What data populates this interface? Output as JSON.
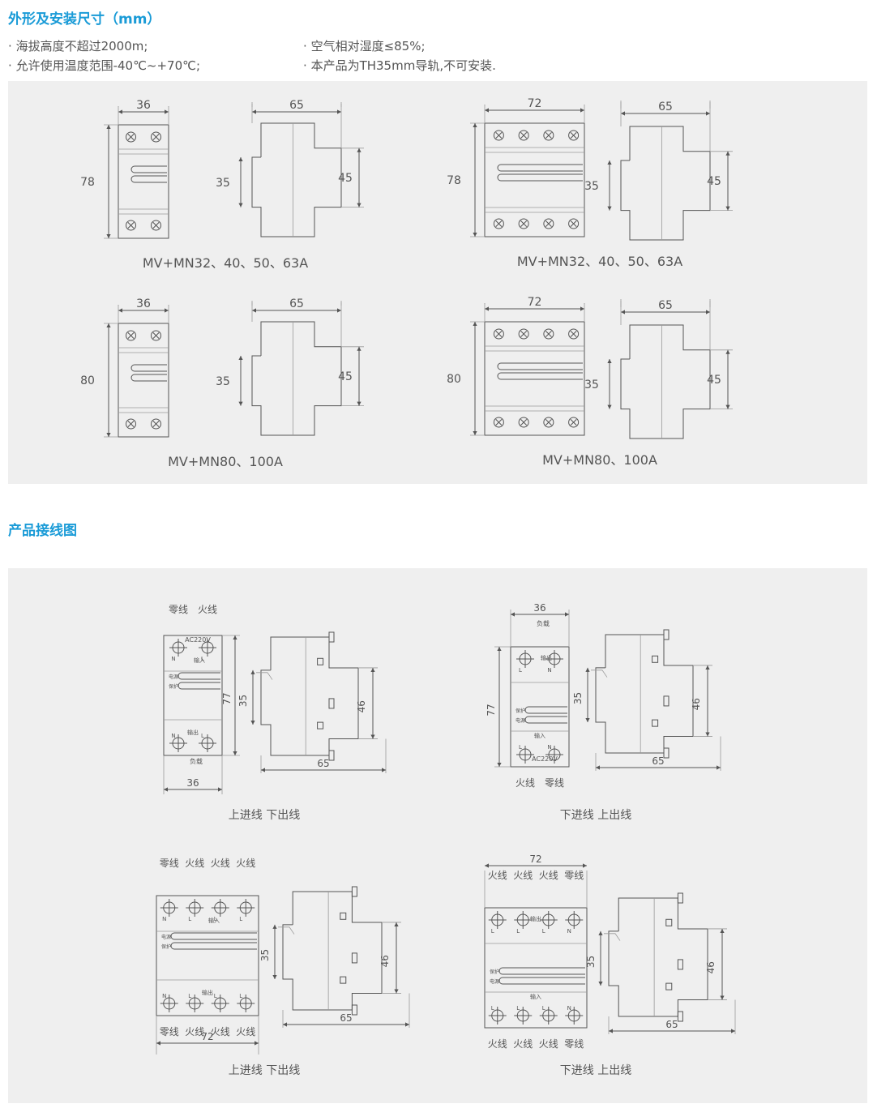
{
  "section1": {
    "title": "外形及安装尺寸（mm）",
    "specs": [
      "海拔高度不超过2000m;",
      "允许使用温度范围-40℃~+70℃;",
      "空气相对湿度≤85%;",
      "本产品为TH35mm导轨,不可安装."
    ],
    "bullet": "·"
  },
  "dimension_drawings": [
    {
      "front_width": "36",
      "height": "78",
      "side_width": "65",
      "rail": "35",
      "depth": "45",
      "caption": "MV+MN32、40、50、63A"
    },
    {
      "front_width": "72",
      "height": "78",
      "side_width": "65",
      "rail": "35",
      "depth": "45",
      "caption": "MV+MN32、40、50、63A"
    },
    {
      "front_width": "36",
      "height": "80",
      "side_width": "65",
      "rail": "35",
      "depth": "45",
      "caption": "MV+MN80、100A"
    },
    {
      "front_width": "72",
      "height": "80",
      "side_width": "65",
      "rail": "35",
      "depth": "45",
      "caption": "MV+MN80、100A"
    }
  ],
  "section2": {
    "title": "产品接线图"
  },
  "wiring_drawings": [
    {
      "top_labels": [
        "零线",
        "火线"
      ],
      "bottom_labels": [],
      "top_terms": [
        "N",
        "L"
      ],
      "bottom_terms": [
        "N",
        "L"
      ],
      "ac": "AC220V",
      "in_label": "输入",
      "out_label": "输出",
      "load": "负载",
      "lamp1": "电源",
      "lamp2": "保护",
      "height": "77",
      "width": "36",
      "rail": "35",
      "depth": "46",
      "side_width": "65",
      "caption": "上进线  下出线"
    },
    {
      "top_labels": [],
      "bottom_labels": [
        "火线",
        "零线"
      ],
      "top_terms": [
        "L",
        "N"
      ],
      "bottom_terms": [
        "L",
        "N"
      ],
      "ac": "AC220V",
      "in_label": "输入",
      "out_label": "输出",
      "load": "负载",
      "lamp1": "保护",
      "lamp2": "电源",
      "height": "77",
      "width": "36",
      "rail": "35",
      "depth": "46",
      "side_width": "65",
      "caption": "下进线  上出线"
    },
    {
      "top_labels": [
        "零线",
        "火线",
        "火线",
        "火线"
      ],
      "bottom_labels": [
        "零线",
        "火线",
        "火线",
        "火线"
      ],
      "top_terms": [
        "N",
        "L",
        "L",
        "L"
      ],
      "bottom_terms": [
        "N",
        "L",
        "L",
        "L"
      ],
      "in_label": "输入",
      "out_label": "输出",
      "lamp1": "电源",
      "lamp2": "保护",
      "width": "72",
      "rail": "35",
      "depth": "46",
      "side_width": "65",
      "caption": "上进线  下出线"
    },
    {
      "top_labels": [
        "火线",
        "火线",
        "火线",
        "零线"
      ],
      "bottom_labels": [
        "火线",
        "火线",
        "火线",
        "零线"
      ],
      "top_terms": [
        "L",
        "L",
        "L",
        "N"
      ],
      "bottom_terms": [
        "L",
        "L",
        "L",
        "N"
      ],
      "in_label": "输入",
      "out_label": "输出",
      "lamp1": "保护",
      "lamp2": "电源",
      "width": "72",
      "rail": "35",
      "depth": "46",
      "side_width": "65",
      "caption": "下进线  上出线"
    }
  ],
  "colors": {
    "accent": "#1a9bd7",
    "panel": "#efefef",
    "line": "#555555"
  }
}
